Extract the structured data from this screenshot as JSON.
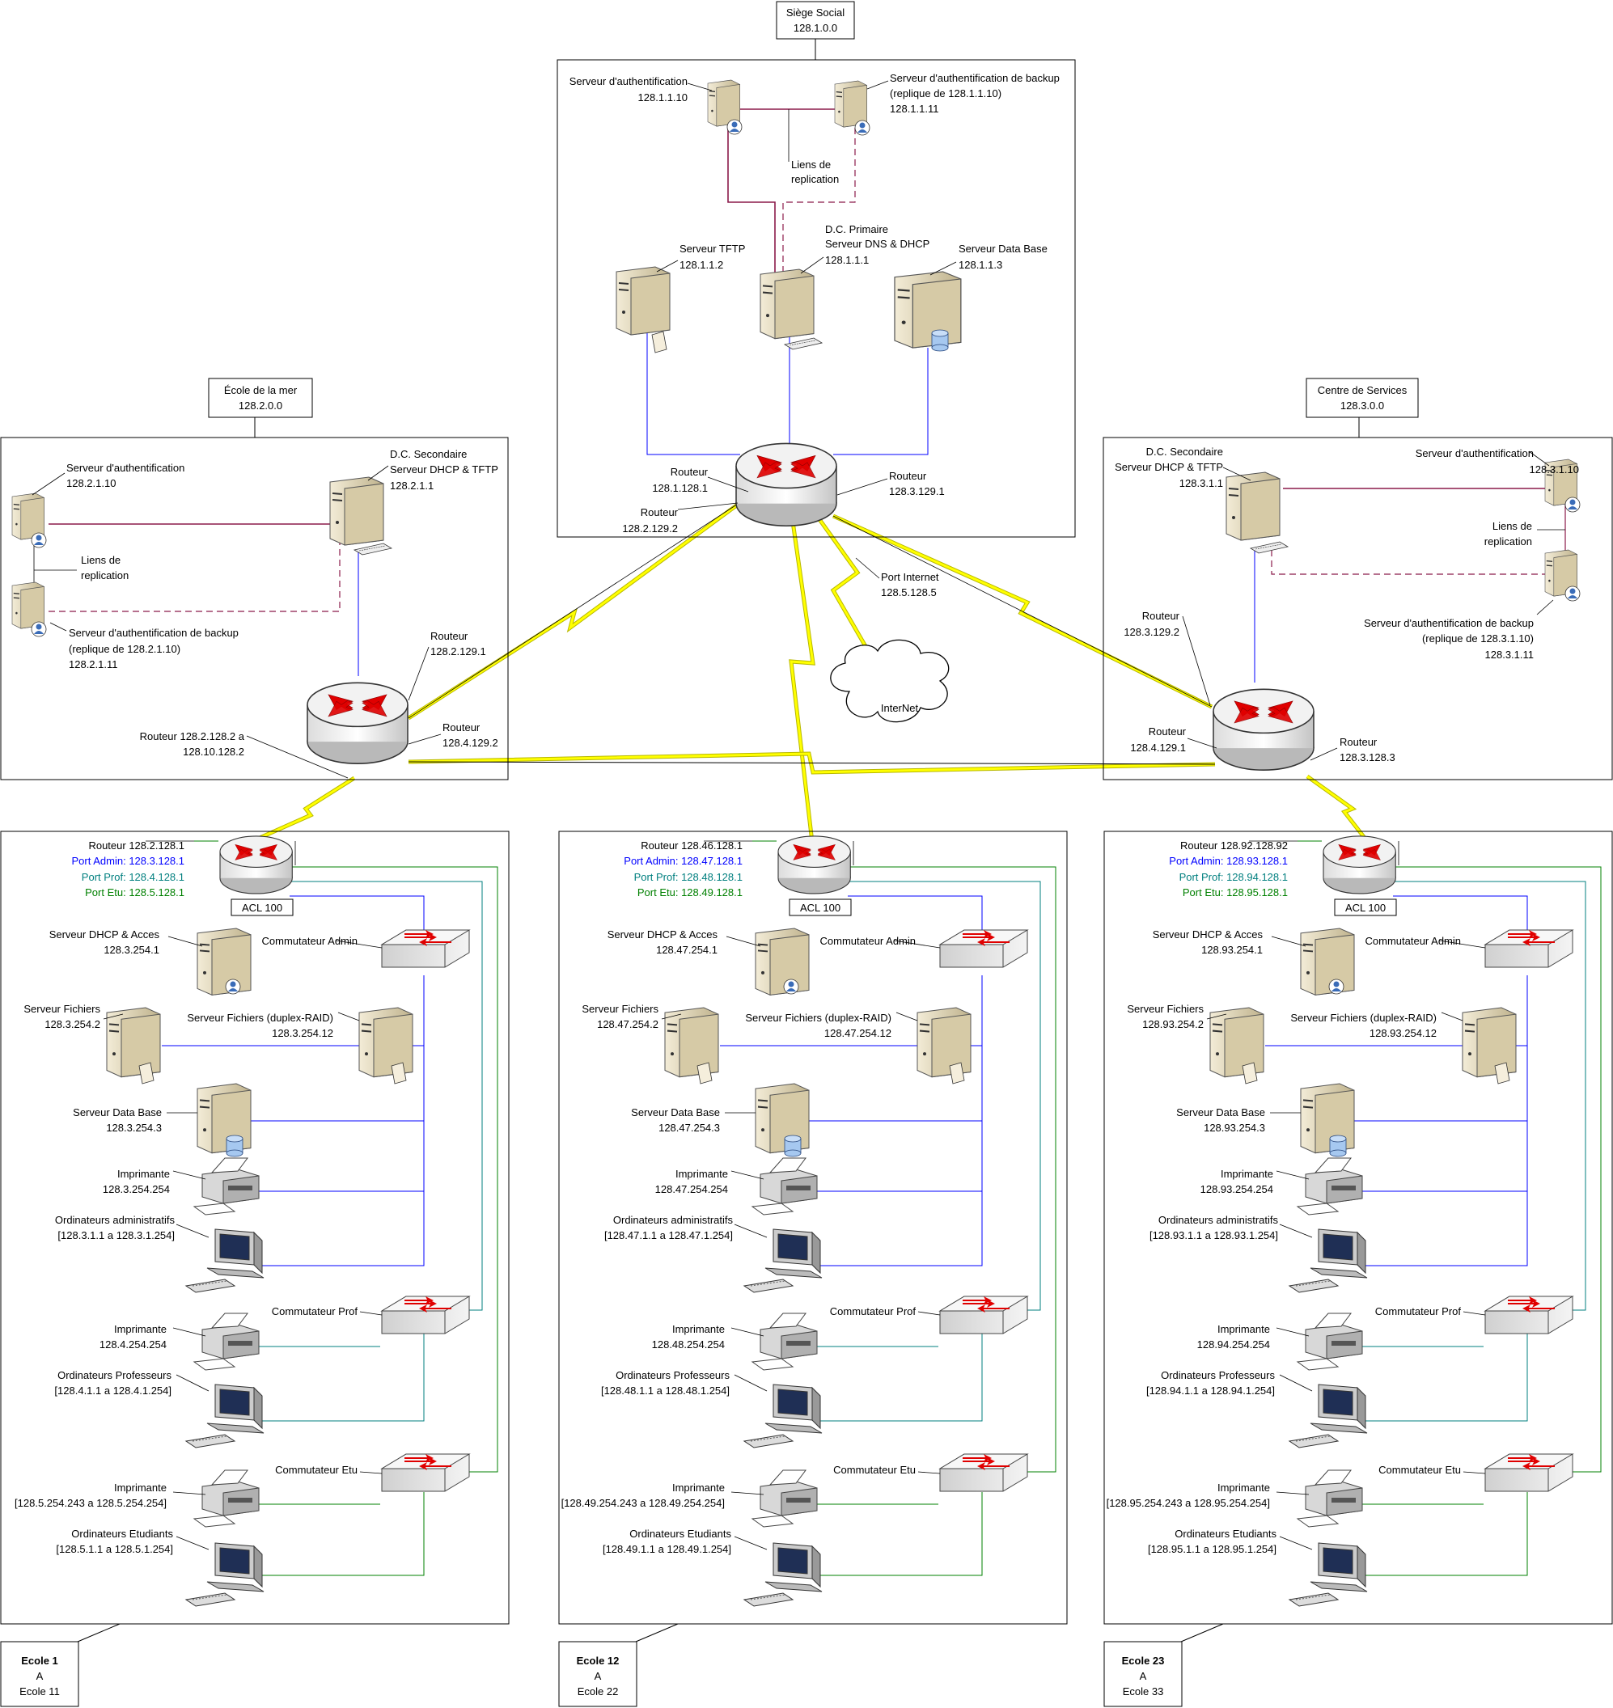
{
  "siege": {
    "title": "Siège Social",
    "net": "128.1.0.0",
    "auth": {
      "name": "Serveur d'authentification",
      "ip": "128.1.1.10"
    },
    "backup": {
      "name": "Serveur d'authentification de backup",
      "note": "(replique de 128.1.1.10)",
      "ip": "128.1.1.11"
    },
    "replication": [
      "Liens de",
      "replication"
    ],
    "tftp": {
      "name": "Serveur TFTP",
      "ip": "128.1.1.2"
    },
    "dc": {
      "l1": "D.C. Primaire",
      "l2": "Serveur DNS & DHCP",
      "ip": "128.1.1.1"
    },
    "db": {
      "name": "Serveur Data Base",
      "ip": "128.1.1.3"
    },
    "router_a": {
      "l1": "Routeur",
      "l2": "128.1.128.1"
    },
    "router_b": {
      "l1": "Routeur",
      "l2": "128.2.129.2"
    },
    "router_c": {
      "l1": "Routeur",
      "l2": "128.3.129.1"
    },
    "internet_port": {
      "l1": "Port Internet",
      "l2": "128.5.128.5"
    }
  },
  "internet": "InterNet",
  "mer": {
    "title": "École de la mer",
    "net": "128.2.0.0",
    "auth": {
      "name": "Serveur d'authentification",
      "ip": "128.2.1.10"
    },
    "backup": {
      "name": "Serveur d'authentification de backup",
      "note": "(replique de 128.2.1.10)",
      "ip": "128.2.1.11"
    },
    "replication": [
      "Liens de",
      "replication"
    ],
    "dc": {
      "l1": "D.C. Secondaire",
      "l2": "Serveur DHCP & TFTP",
      "ip": "128.2.1.1"
    },
    "router_a": {
      "l1": "Routeur",
      "l2": "128.2.129.1"
    },
    "router_b": {
      "l1": "Routeur",
      "l2": "128.4.129.2"
    },
    "router_c": {
      "l1": "Routeur 128.2.128.2 a",
      "l2": "128.10.128.2"
    }
  },
  "services": {
    "title": "Centre de Services",
    "net": "128.3.0.0",
    "auth": {
      "name": "Serveur d'authentification",
      "ip": "128.3.1.10"
    },
    "backup": {
      "name": "Serveur d'authentification de backup",
      "note": "(replique de 128.3.1.10)",
      "ip": "128.3.1.11"
    },
    "replication": [
      "Liens de",
      "replication"
    ],
    "dc": {
      "l1": "D.C. Secondaire",
      "l2": "Serveur DHCP & TFTP",
      "ip": "128.3.1.1"
    },
    "router_a": {
      "l1": "Routeur",
      "l2": "128.3.129.2"
    },
    "router_b": {
      "l1": "Routeur",
      "l2": "128.4.129.1"
    },
    "router_c": {
      "l1": "Routeur",
      "l2": "128.3.128.3"
    }
  },
  "schools": [
    {
      "label": {
        "title": "Ecole 1",
        "mid": "A",
        "end": "Ecole 11"
      },
      "router": "Routeur 128.2.128.1",
      "port_admin": "Port Admin: 128.3.128.1",
      "port_prof": "Port Prof: 128.4.128.1",
      "port_etu": "Port Etu: 128.5.128.1",
      "acl": "ACL 100",
      "dhcp": {
        "name": "Serveur DHCP & Acces",
        "ip": "128.3.254.1"
      },
      "sw_admin": "Commutateur Admin",
      "files": {
        "name": "Serveur Fichiers",
        "ip": "128.3.254.2"
      },
      "files_raid": {
        "name": "Serveur Fichiers (duplex-RAID)",
        "ip": "128.3.254.12"
      },
      "db": {
        "name": "Serveur Data Base",
        "ip": "128.3.254.3"
      },
      "printer_admin": {
        "name": "Imprimante",
        "ip": "128.3.254.254"
      },
      "pcs_admin": {
        "name": "Ordinateurs administratifs",
        "ip": "[128.3.1.1 a 128.3.1.254]"
      },
      "sw_prof": "Commutateur Prof",
      "printer_prof": {
        "name": "Imprimante",
        "ip": "128.4.254.254"
      },
      "pcs_prof": {
        "name": "Ordinateurs Professeurs",
        "ip": "[128.4.1.1 a 128.4.1.254]"
      },
      "sw_etu": "Commutateur Etu",
      "printer_etu": {
        "name": "Imprimante",
        "ip": "[128.5.254.243 a 128.5.254.254]"
      },
      "pcs_etu": {
        "name": "Ordinateurs Etudiants",
        "ip": "[128.5.1.1 a 128.5.1.254]"
      }
    },
    {
      "label": {
        "title": "Ecole 12",
        "mid": "A",
        "end": "Ecole 22"
      },
      "router": "Routeur 128.46.128.1",
      "port_admin": "Port Admin: 128.47.128.1",
      "port_prof": "Port Prof: 128.48.128.1",
      "port_etu": "Port Etu: 128.49.128.1",
      "acl": "ACL 100",
      "dhcp": {
        "name": "Serveur DHCP & Acces",
        "ip": "128.47.254.1"
      },
      "sw_admin": "Commutateur Admin",
      "files": {
        "name": "Serveur Fichiers",
        "ip": "128.47.254.2"
      },
      "files_raid": {
        "name": "Serveur Fichiers (duplex-RAID)",
        "ip": "128.47.254.12"
      },
      "db": {
        "name": "Serveur Data Base",
        "ip": "128.47.254.3"
      },
      "printer_admin": {
        "name": "Imprimante",
        "ip": "128.47.254.254"
      },
      "pcs_admin": {
        "name": "Ordinateurs administratifs",
        "ip": "[128.47.1.1 a 128.47.1.254]"
      },
      "sw_prof": "Commutateur Prof",
      "printer_prof": {
        "name": "Imprimante",
        "ip": "128.48.254.254"
      },
      "pcs_prof": {
        "name": "Ordinateurs Professeurs",
        "ip": "[128.48.1.1 a 128.48.1.254]"
      },
      "sw_etu": "Commutateur Etu",
      "printer_etu": {
        "name": "Imprimante",
        "ip": "[128.49.254.243 a 128.49.254.254]"
      },
      "pcs_etu": {
        "name": "Ordinateurs Etudiants",
        "ip": "[128.49.1.1 a 128.49.1.254]"
      }
    },
    {
      "label": {
        "title": "Ecole 23",
        "mid": "A",
        "end": "Ecole 33"
      },
      "router": "Routeur 128.92.128.92",
      "port_admin": "Port Admin: 128.93.128.1",
      "port_prof": "Port Prof: 128.94.128.1",
      "port_etu": "Port Etu: 128.95.128.1",
      "acl": "ACL 100",
      "dhcp": {
        "name": "Serveur DHCP & Acces",
        "ip": "128.93.254.1"
      },
      "sw_admin": "Commutateur Admin",
      "files": {
        "name": "Serveur Fichiers",
        "ip": "128.93.254.2"
      },
      "files_raid": {
        "name": "Serveur Fichiers (duplex-RAID)",
        "ip": "128.93.254.12"
      },
      "db": {
        "name": "Serveur Data Base",
        "ip": "128.93.254.3"
      },
      "printer_admin": {
        "name": "Imprimante",
        "ip": "128.93.254.254"
      },
      "pcs_admin": {
        "name": "Ordinateurs administratifs",
        "ip": "[128.93.1.1 a 128.93.1.254]"
      },
      "sw_prof": "Commutateur Prof",
      "printer_prof": {
        "name": "Imprimante",
        "ip": "128.94.254.254"
      },
      "pcs_prof": {
        "name": "Ordinateurs Professeurs",
        "ip": "[128.94.1.1 a 128.94.1.254]"
      },
      "sw_etu": "Commutateur Etu",
      "printer_etu": {
        "name": "Imprimante",
        "ip": "[128.95.254.243 a 128.95.254.254]"
      },
      "pcs_etu": {
        "name": "Ordinateurs Etudiants",
        "ip": "[128.95.1.1 a 128.95.1.254]"
      }
    }
  ],
  "colors": {
    "admin": "#0000ff",
    "prof": "#007f7f",
    "etu": "#008000",
    "replication": "#8b1a4a",
    "wan": "#ffff00",
    "router_arrow": "#e00000"
  }
}
